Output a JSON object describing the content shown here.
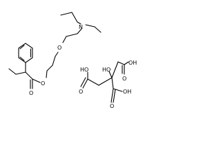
{
  "molecules": [
    {
      "name_hint": "butamirate",
      "atoms": [
        {
          "id": "N",
          "label": "N"
        },
        {
          "id": "O_ether",
          "label": "O"
        },
        {
          "id": "O_ester",
          "label": "O"
        },
        {
          "id": "O_carbonyl",
          "label": "O"
        }
      ]
    },
    {
      "name_hint": "citric acid",
      "atoms": [
        {
          "id": "OH_center",
          "label": "HO"
        },
        {
          "id": "COOH_top_OH",
          "label": "OH"
        },
        {
          "id": "COOH_top_O",
          "label": "O"
        },
        {
          "id": "COOH_left_OH",
          "label": "HO"
        },
        {
          "id": "COOH_left_O",
          "label": "O"
        },
        {
          "id": "COOH_bottom_OH",
          "label": "OH"
        },
        {
          "id": "COOH_bottom_O",
          "label": "O"
        }
      ]
    }
  ]
}
